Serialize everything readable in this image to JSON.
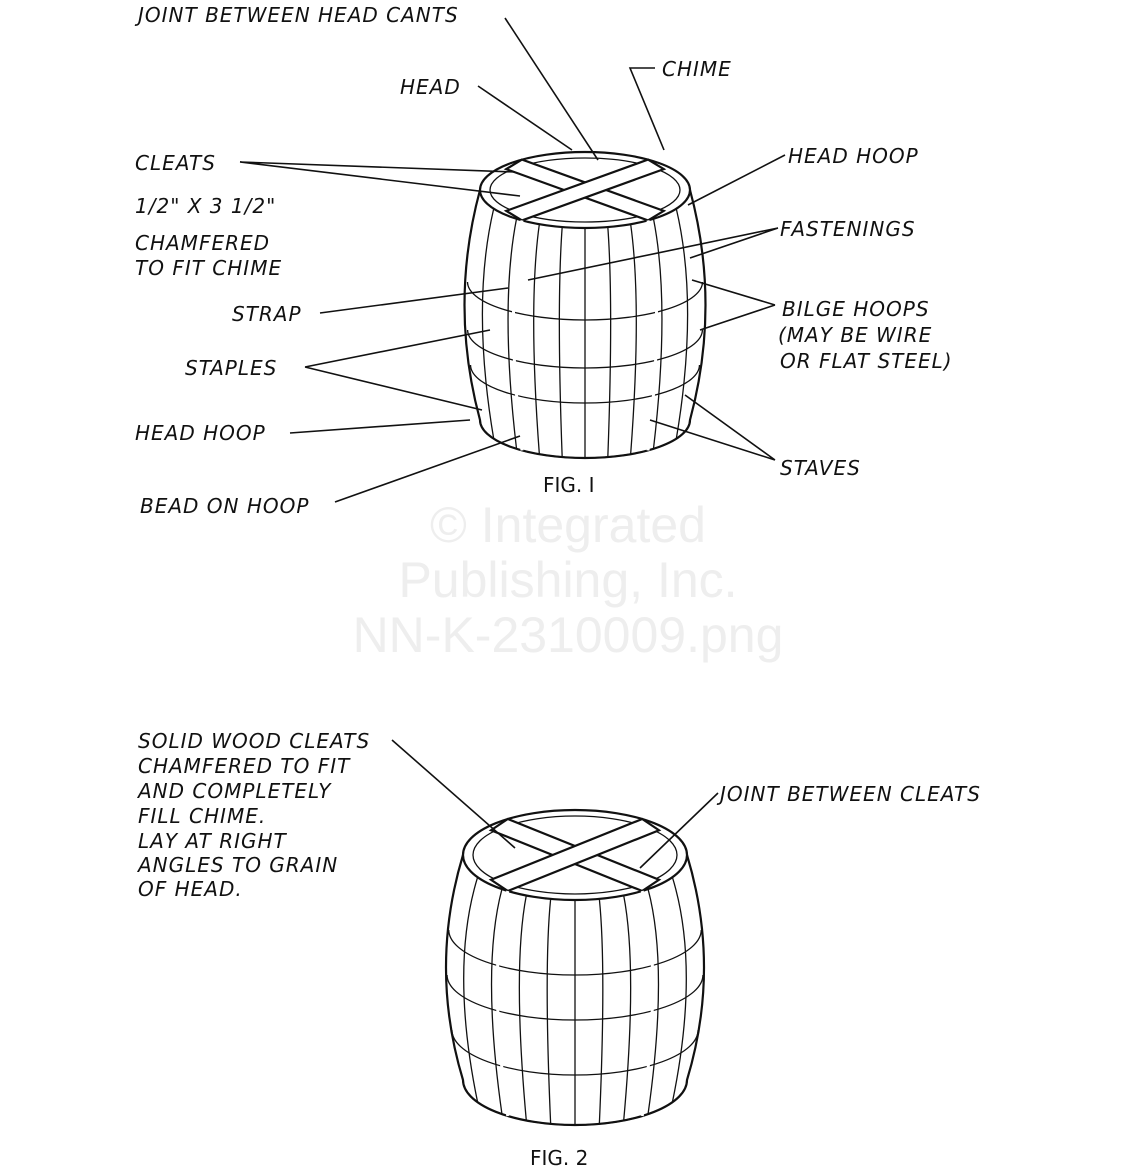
{
  "watermark": [
    "© Integrated",
    "Publishing, Inc.",
    "NN-K-2310009.png"
  ],
  "fig1": {
    "caption": "FIG. I",
    "labels": {
      "joint_head_cants": "JOINT BETWEEN HEAD CANTS",
      "head": "HEAD",
      "chime": "CHIME",
      "cleats": "CLEATS",
      "cleats_size": "1/2\" X 3 1/2\"",
      "chamfered": "CHAMFERED",
      "to_fit_chime": "TO FIT CHIME",
      "head_hoop_top": "HEAD HOOP",
      "fastenings": "FASTENINGS",
      "strap": "STRAP",
      "bilge_hoops": "BILGE HOOPS",
      "bilge_note_1": "(MAY BE WIRE",
      "bilge_note_2": "OR FLAT STEEL)",
      "staples": "STAPLES",
      "head_hoop_bottom": "HEAD HOOP",
      "staves": "STAVES",
      "bead_on_hoop": "BEAD ON HOOP"
    }
  },
  "fig2": {
    "caption": "FIG. 2",
    "note_lines": [
      "SOLID WOOD CLEATS",
      "CHAMFERED TO FIT",
      "AND COMPLETELY",
      "FILL CHIME.",
      "LAY AT RIGHT",
      "ANGLES TO GRAIN",
      "OF HEAD."
    ],
    "joint_between_cleats": "JOINT BETWEEN CLEATS"
  }
}
